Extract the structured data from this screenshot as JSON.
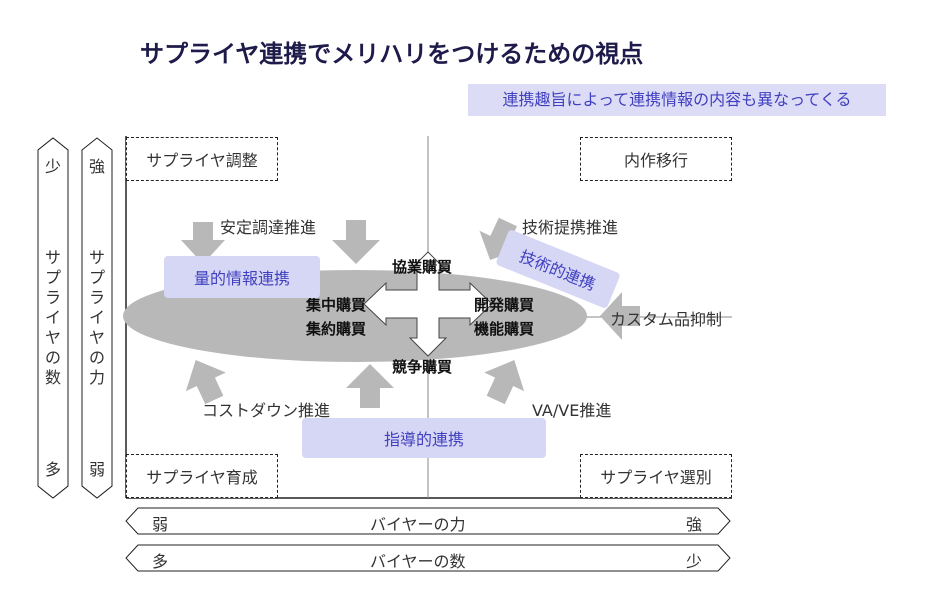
{
  "title": "サプライヤ連携でメリハリをつけるための視点",
  "subtitle": "連携趣旨によって連携情報の内容も異なってくる",
  "corners": {
    "top_left": "サプライヤ調整",
    "top_right": "内作移行",
    "bottom_left": "サプライヤ育成",
    "bottom_right": "サプライヤ選別"
  },
  "arrows": {
    "top_left": "安定調達推進",
    "top_right": "技術提携推進",
    "right": "カスタム品抑制",
    "bottom_left": "コストダウン推進",
    "bottom_right": "VA/VE推進"
  },
  "center": {
    "top": "協業購買",
    "left_1": "集中購買",
    "left_2": "集約購買",
    "right_1": "開発購買",
    "right_2": "機能購買",
    "bottom": "競争購買"
  },
  "collaborations": {
    "quantitative": "量的情報連携",
    "technical": "技術的連携",
    "guidance": "指導的連携"
  },
  "axes": {
    "supplier_count": {
      "label": "サプライヤの数",
      "top": "少",
      "bottom": "多"
    },
    "supplier_power": {
      "label": "サプライヤの力",
      "top": "強",
      "bottom": "弱"
    },
    "buyer_power": {
      "label": "バイヤーの力",
      "left": "弱",
      "right": "強"
    },
    "buyer_count": {
      "label": "バイヤーの数",
      "left": "多",
      "right": "少"
    }
  },
  "colors": {
    "title": "#1e1b4b",
    "accent_text": "#4040c0",
    "pill_bg": "#d6d6f5",
    "gray": "#b8b8b8"
  }
}
